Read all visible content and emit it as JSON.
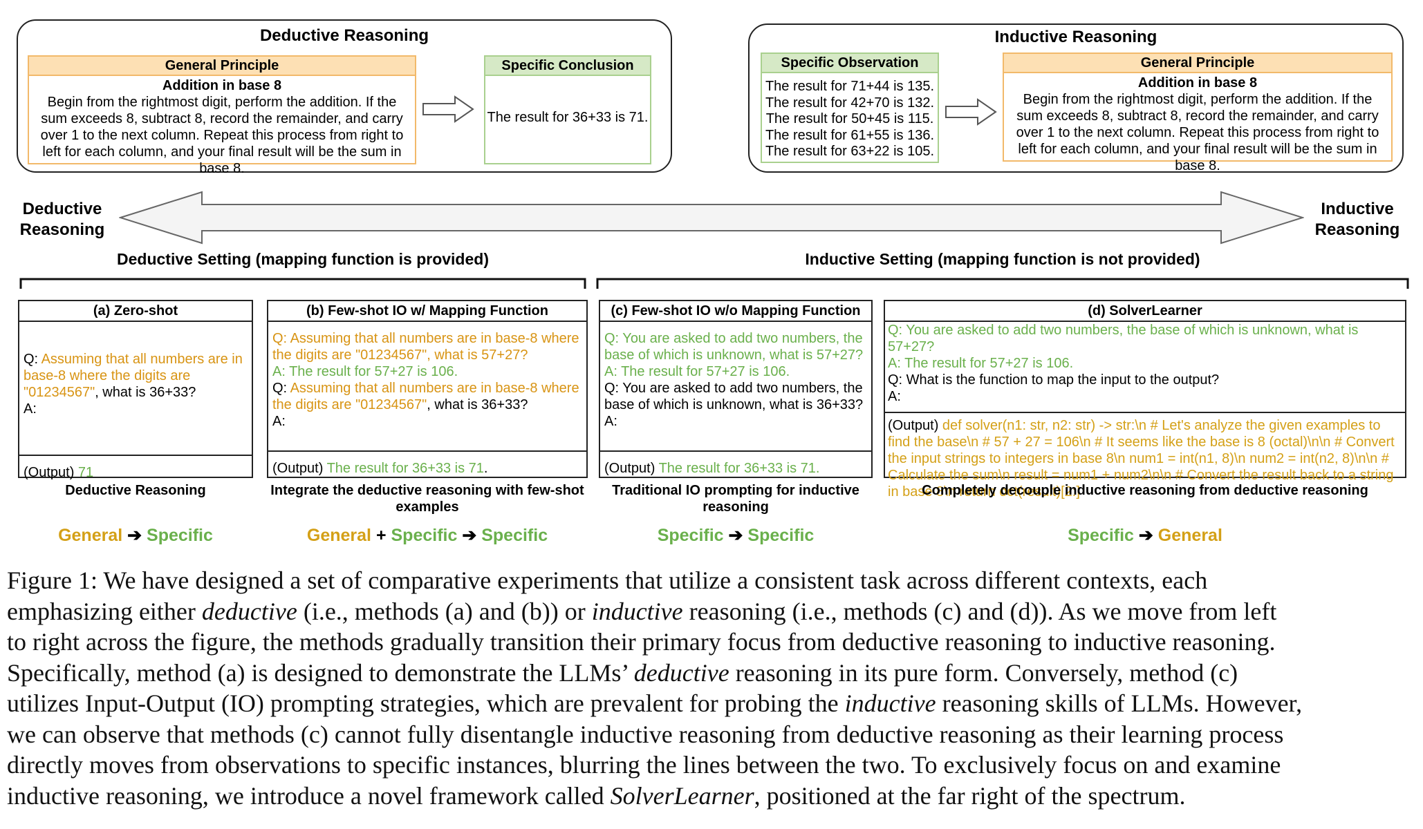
{
  "top": {
    "deductive": {
      "title": "Deductive Reasoning",
      "principle": {
        "head": "General Principle",
        "subtitle": "Addition in base 8",
        "body": "Begin from the rightmost digit, perform the addition. If the sum exceeds 8, subtract 8, record the remainder, and carry over 1 to the next column. Repeat this process from right to left for each column, and your final result will be the sum in base 8."
      },
      "conclusion": {
        "head": "Specific Conclusion",
        "body": "The result for 36+33 is 71."
      }
    },
    "inductive": {
      "title": "Inductive Reasoning",
      "observation": {
        "head": "Specific Observation",
        "lines": [
          "The result for 71+44 is 135.",
          "The result for 42+70 is 132.",
          "The result for 50+45 is 115.",
          "The result for 61+55 is 136.",
          "The result for 63+22 is 105."
        ]
      },
      "principle": {
        "head": "General Principle",
        "subtitle": "Addition in base 8",
        "body": "Begin from the rightmost digit, perform the addition. If the sum exceeds 8, subtract 8, record the remainder, and carry over 1 to the next column. Repeat this process from right to left for each column, and your final result will be the sum in base 8."
      }
    }
  },
  "spectrum": {
    "left_line1": "Deductive",
    "left_line2": "Reasoning",
    "right_line1": "Inductive",
    "right_line2": "Reasoning"
  },
  "settings": {
    "deductive": "Deductive Setting (mapping function is provided)",
    "inductive": "Inductive Setting (mapping function is not provided)"
  },
  "panels": {
    "a": {
      "head": "(a) Zero-shot",
      "q_prefix": "Q: ",
      "q_colored": "Assuming that all numbers are in base-8 where the digits are \"01234567\"",
      "q_suffix": ", what is 36+33?",
      "a": "A:",
      "out_label": "(Output) ",
      "out_value": "71",
      "caption": "Deductive Reasoning",
      "flow_left": "General",
      "flow_right": "Specific"
    },
    "b": {
      "head": "(b) Few-shot IO w/ Mapping Function",
      "ex_q": "Q: Assuming that all numbers are in base-8 where the digits are \"01234567\", what is 57+27?",
      "ex_a": "A: The result for 57+27 is 106.",
      "q_prefix": "Q: ",
      "q_colored": "Assuming that all numbers are in base-8 where the digits are \"01234567\"",
      "q_suffix": ", what is 36+33?",
      "a": "A:",
      "out_label": "(Output) ",
      "out_value": "The result for 36+33 is 71",
      "out_dot": ".",
      "caption": "Integrate the deductive reasoning with few-shot examples",
      "flow_1": "General",
      "flow_plus": " + ",
      "flow_2": "Specific",
      "flow_3": "Specific"
    },
    "c": {
      "head": "(c) Few-shot IO w/o Mapping Function",
      "ex_q": "Q: You are asked to add two numbers, the base of which is unknown, what is 57+27?",
      "ex_a": "A: The result for 57+27 is 106.",
      "q": "Q: You are asked to add two numbers, the base of which is unknown, what is 36+33?",
      "a": "A:",
      "out_label": "(Output) ",
      "out_value": "The result for 36+33 is 71.",
      "caption": "Traditional IO prompting for inductive reasoning",
      "flow_left": "Specific",
      "flow_right": "Specific"
    },
    "d": {
      "head": "(d) SolverLearner",
      "ex_q": "Q: You are asked to add two numbers, the base of which is unknown, what is 57+27?",
      "ex_a": "A: The result for 57+27 is 106.",
      "q": "Q: What is the function to map the input to the output?",
      "a": "A:",
      "out_label": "(Output) ",
      "out_code": "def solver(n1: str, n2: str) -> str:\\n # Let's analyze the given examples to find the base\\n # 57 + 27 = 106\\n # It seems like the base is 8 (octal)\\n\\n # Convert the input strings to integers in base 8\\n num1 = int(n1, 8)\\n num2 = int(n2, 8)\\n\\n # Calculate the sum\\n result = num1 + num2\\n\\n # Convert the result back to a string in base 8\\n return oct(result)[2:]",
      "caption": "Completely decouple inductive reasoning from deductive reasoning",
      "flow_left": "Specific",
      "flow_right": "General"
    }
  },
  "flow_arrow": " ➔ ",
  "figure_caption": {
    "line1_a": "Figure 1:  We have designed a set of comparative experiments that utilize a consistent task across different contexts, each",
    "line2_a": "emphasizing either ",
    "line2_i1": "deductive",
    "line2_b": " (i.e., methods (a) and (b)) or ",
    "line2_i2": "inductive",
    "line2_c": " reasoning (i.e., methods (c) and (d)).  As we move from left",
    "line3": "to right across the figure, the methods gradually transition their primary focus from deductive reasoning to inductive reasoning.",
    "line4_a": "Specifically, method (a) is designed to demonstrate the LLMs’ ",
    "line4_i": "deductive",
    "line4_b": " reasoning in its pure form.  Conversely, method (c)",
    "line5_a": "utilizes Input-Output (IO) prompting strategies, which are prevalent for probing the ",
    "line5_i": "inductive",
    "line5_b": " reasoning skills of LLMs.  However,",
    "line6": "we can observe that methods (c) cannot fully disentangle inductive reasoning from deductive reasoning as their learning process",
    "line7": "directly moves from observations to specific instances, blurring the lines between the two.  To exclusively focus on and examine",
    "line8_a": "inductive reasoning, we introduce a novel framework called ",
    "line8_i": "SolverLearner",
    "line8_b": ", positioned at the far right of the spectrum."
  }
}
